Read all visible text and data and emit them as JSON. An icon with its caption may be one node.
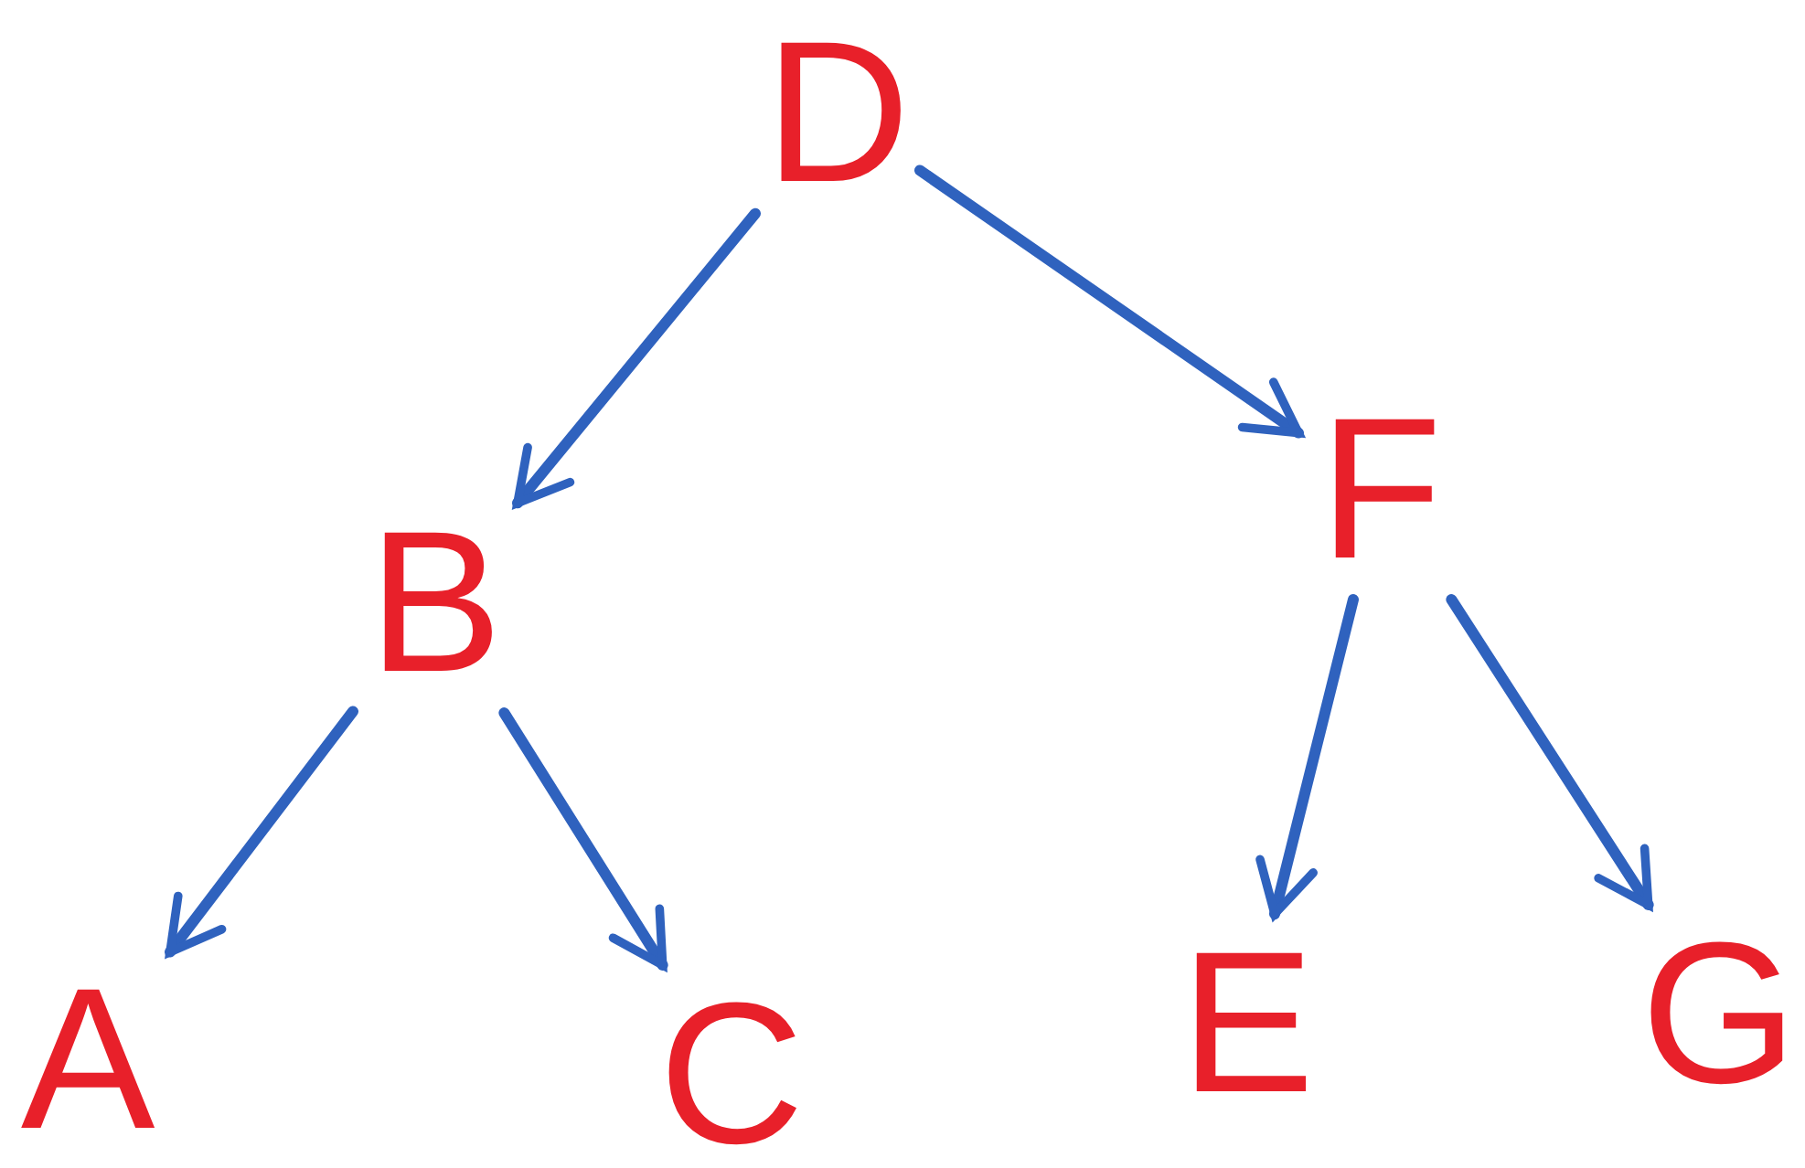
{
  "diagram": {
    "nodes": [
      {
        "text": [
          "D"
        ]
      },
      {
        "text": [
          "B"
        ]
      },
      {
        "text": [
          "F"
        ]
      },
      {
        "text": [
          "A"
        ]
      },
      {
        "text": [
          "C"
        ]
      },
      {
        "text": [
          "E"
        ]
      },
      {
        "text": [
          "G"
        ]
      }
    ],
    "edges": [
      {
        "from": 0,
        "to": 1,
        "arrow": "to"
      },
      {
        "from": 0,
        "to": 2,
        "arrow": "to"
      },
      {
        "from": 1,
        "to": 3,
        "arrow": "to"
      },
      {
        "from": 1,
        "to": 4,
        "arrow": "to"
      },
      {
        "from": 2,
        "to": 5,
        "arrow": "to"
      },
      {
        "from": 2,
        "to": 6,
        "arrow": "to"
      }
    ]
  }
}
